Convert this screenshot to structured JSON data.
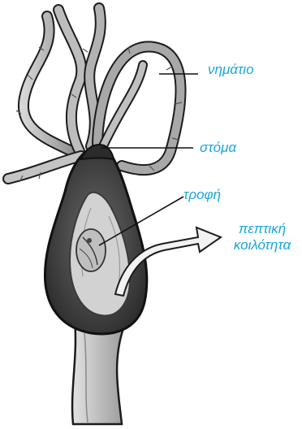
{
  "labels": {
    "tentacle": "νημάτιο",
    "mouth": "στόμα",
    "food": "τροφή",
    "cavity_line1": "πεπτική",
    "cavity_line2": "κοιλότητα"
  },
  "colors": {
    "label_text": "#19a6dd",
    "leader_line": "#111111",
    "outline": "#1c1c1c",
    "tentacle_fill": "#b8b8b8",
    "body_fill": "#4a4a4a",
    "cavity_fill": "#d2d2d2",
    "stalk_fill": "#c8c8c8"
  }
}
